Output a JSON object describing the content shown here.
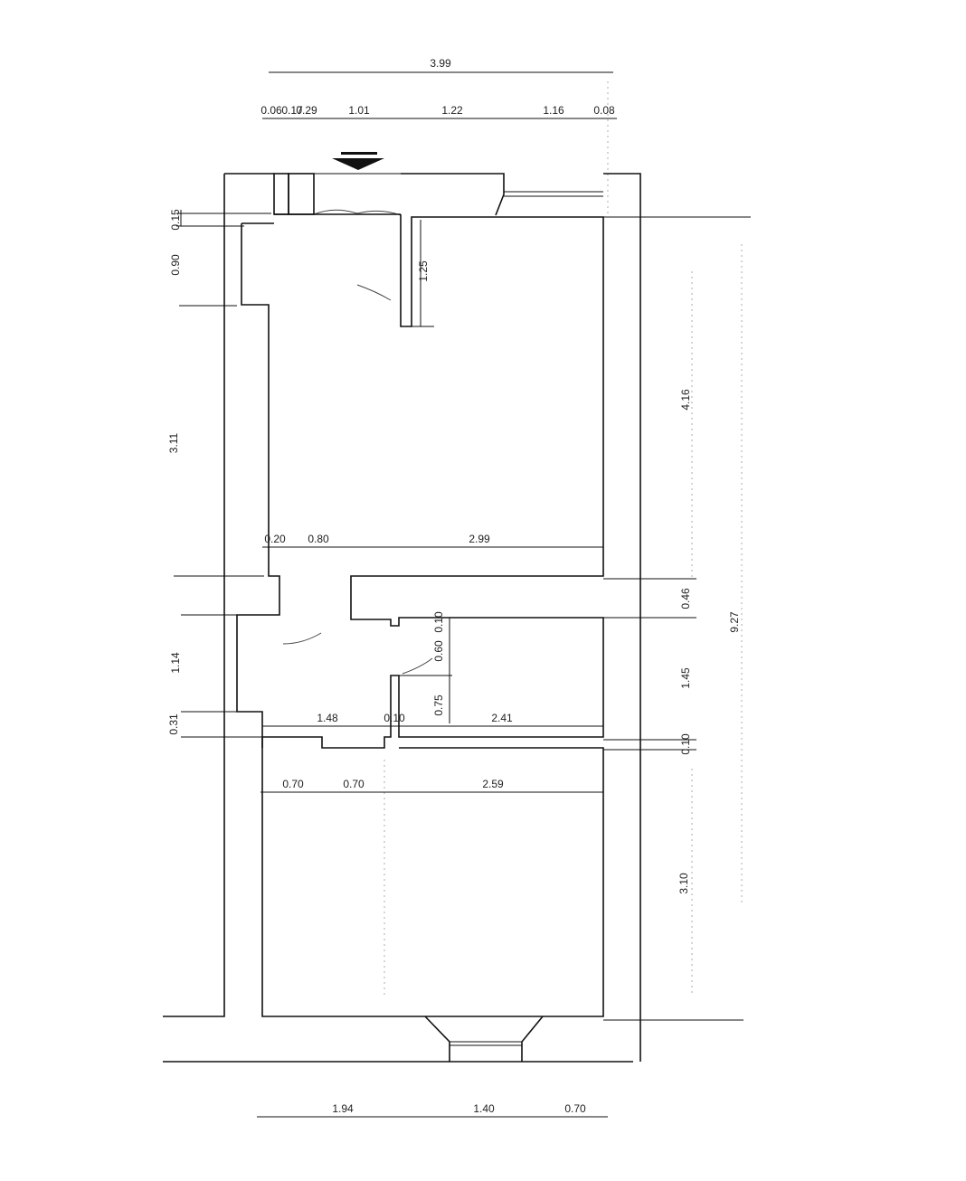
{
  "dimensions": {
    "top_overall": "3.99",
    "top_segments": [
      "0.06",
      "0.17",
      "0.29",
      "1.01",
      "1.22",
      "1.16",
      "0.08"
    ],
    "left": [
      "0.15",
      "0.90",
      "3.11",
      "1.14",
      "0.31"
    ],
    "right": [
      "4.16",
      "0.46",
      "1.45",
      "0.10",
      "3.10"
    ],
    "right_overall": "9.27",
    "interior": {
      "corridor_wall": "1.25",
      "row1": [
        "0.20",
        "0.80",
        "2.99"
      ],
      "small_vertical": [
        "0.10",
        "0.60",
        "0.75"
      ],
      "row2": [
        "1.48",
        "0.10",
        "2.41"
      ],
      "row3": [
        "0.70",
        "0.70",
        "2.59"
      ]
    },
    "bottom": [
      "1.94",
      "1.40",
      "0.70"
    ]
  }
}
